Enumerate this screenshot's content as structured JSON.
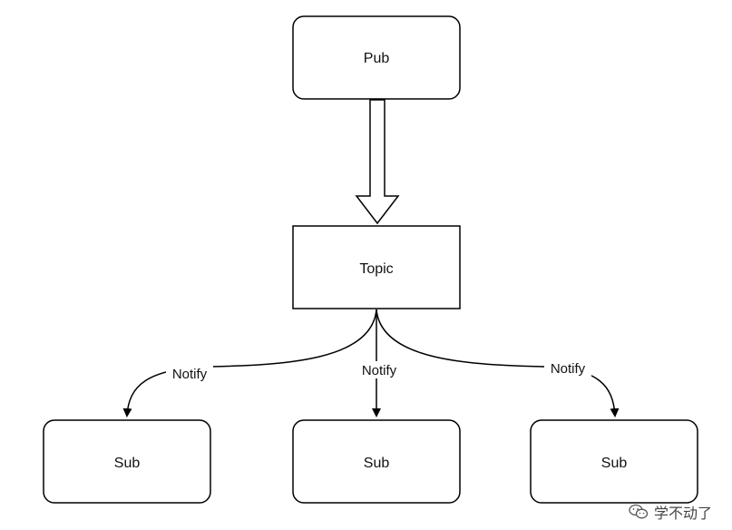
{
  "nodes": {
    "pub": "Pub",
    "topic": "Topic",
    "sub_left": "Sub",
    "sub_middle": "Sub",
    "sub_right": "Sub"
  },
  "edges": {
    "notify_left": "Notify",
    "notify_middle": "Notify",
    "notify_right": "Notify"
  },
  "watermark": {
    "text": "学不动了",
    "icon": "wechat-icon"
  }
}
